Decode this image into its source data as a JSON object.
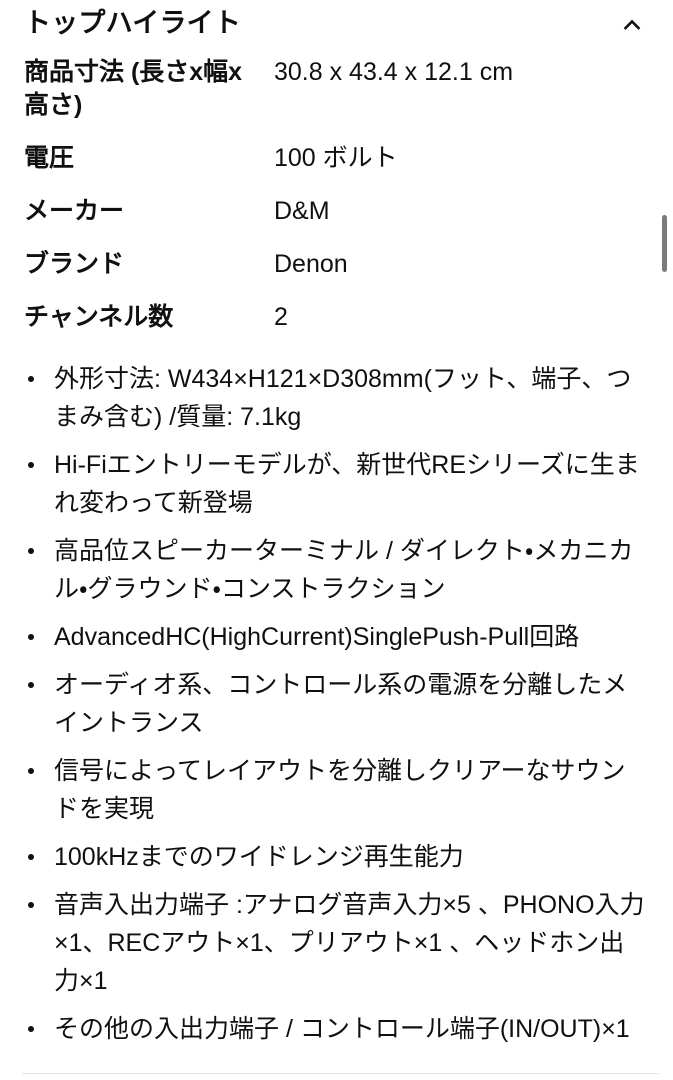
{
  "section": {
    "title": "トップハイライト",
    "collapse_icon": "chevron-up-icon",
    "expanded": true
  },
  "specs": {
    "rows": [
      {
        "label": "商品寸法 (長さx幅x高さ)",
        "value": "30.8 x 43.4 x 12.1 cm"
      },
      {
        "label": "電圧",
        "value": "100 ボルト"
      },
      {
        "label": "メーカー",
        "value": "D&M"
      },
      {
        "label": "ブランド",
        "value": "Denon"
      },
      {
        "label": "チャンネル数",
        "value": "2"
      }
    ]
  },
  "highlights": {
    "items": [
      "外形寸法: W434×H121×D308mm(フット、端子、つまみ含む) /質量: 7.1kg",
      "Hi-Fiエントリーモデルが、新世代REシリーズに生まれ変わって新登場",
      "高品位スピーカーターミナル / ダイレクト・メカニカル・グラウンド・コンストラクション",
      "AdvancedHC(HighCurrent)SinglePush-Pull回路",
      "オーディオ系、コントロール系の電源を分離したメイントランス",
      "信号によってレイアウトを分離しクリアーなサウンドを実現",
      "100kHzまでのワイドレンジ再生能力",
      "音声入出力端子 :アナログ音声入力×5 、PHONO入力×1、RECアウト×1、プリアウト×1 、ヘッドホン出力×1",
      "その他の入出力端子 / コントロール端子(IN/OUT)×1"
    ]
  },
  "colors": {
    "text": "#0f1111",
    "background": "#ffffff",
    "scrollbar_thumb": "#7b7b7b",
    "divider": "#e7e7e7"
  }
}
